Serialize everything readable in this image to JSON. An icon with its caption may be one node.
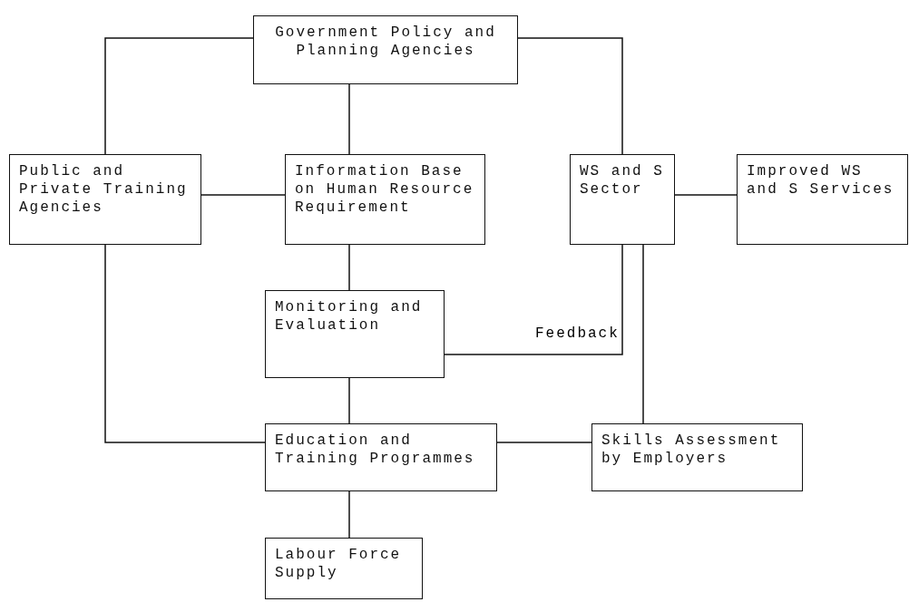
{
  "diagram": {
    "nodes": [
      {
        "text": [
          "Government Policy and Planning Agencies"
        ]
      },
      {
        "text": [
          "Public and Private Training Agencies"
        ]
      },
      {
        "text": [
          "Information Base on Human Resource Requirement"
        ]
      },
      {
        "text": [
          "WS and S Sector"
        ]
      },
      {
        "text": [
          "Improved WS and S Services"
        ]
      },
      {
        "text": [
          "Monitoring and Evaluation"
        ]
      },
      {
        "text": [
          "Education and Training Programmes"
        ]
      },
      {
        "text": [
          "Skills Assessment by Employers"
        ]
      },
      {
        "text": [
          "Labour Force Supply"
        ]
      }
    ],
    "edges": [
      {
        "from": 0,
        "to": 1,
        "arrow": "none"
      },
      {
        "from": 0,
        "to": 2,
        "arrow": "none"
      },
      {
        "from": 0,
        "to": 3,
        "arrow": "none"
      },
      {
        "from": 1,
        "to": 2,
        "arrow": "none"
      },
      {
        "from": 3,
        "to": 4,
        "arrow": "none"
      },
      {
        "from": 2,
        "to": 5,
        "arrow": "none"
      },
      {
        "from": 3,
        "to": 5,
        "arrow": "none",
        "label": "Feedback"
      },
      {
        "from": 5,
        "to": 6,
        "arrow": "none"
      },
      {
        "from": 1,
        "to": 6,
        "arrow": "none"
      },
      {
        "from": 3,
        "to": 7,
        "arrow": "none"
      },
      {
        "from": 6,
        "to": 7,
        "arrow": "none"
      },
      {
        "from": 6,
        "to": 8,
        "arrow": "none"
      }
    ]
  }
}
